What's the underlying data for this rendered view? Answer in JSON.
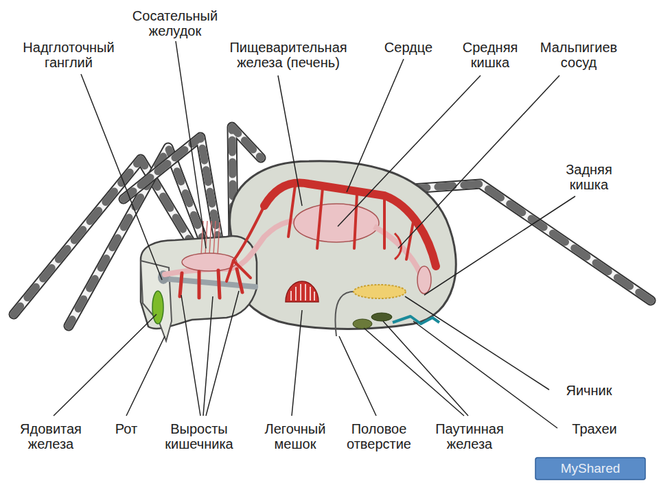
{
  "diagram": {
    "labels": [
      "Сосательный желудок",
      "Надглоточный ганглий",
      "Пищеварительная железа (печень)",
      "Сердце",
      "Средняя кишка",
      "Мальпигиев сосуд",
      "Задняя кишка",
      "Яичник",
      "Трахеи",
      "Ядовитая железа",
      "Рот",
      "Выросты кишечника",
      "Легочный мешок",
      "Половое отверстие",
      "Паутинная железа",
      "MyShared"
    ]
  }
}
